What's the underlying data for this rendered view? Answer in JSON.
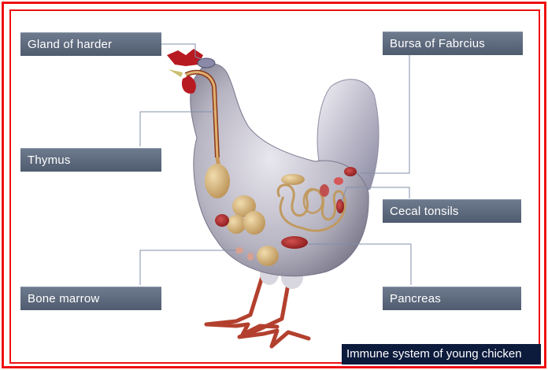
{
  "diagram": {
    "labels": {
      "gland_of_harder": "Gland of harder",
      "thymus": "Thymus",
      "bone_marrow": "Bone marrow",
      "bursa_of_fabricius": "Bursa of Fabrcius",
      "cecal_tonsils": "Cecal tonsils",
      "pancreas": "Pancreas"
    },
    "caption": "Immune system of young chicken"
  },
  "colors": {
    "frame": "#ee1111",
    "label_background": "#5f6b7e",
    "caption_background": "#0c1a3c"
  }
}
